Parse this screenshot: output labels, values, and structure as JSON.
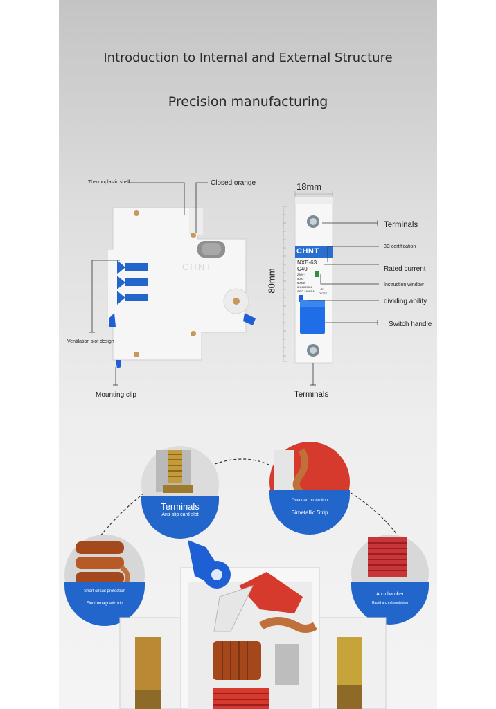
{
  "header": {
    "title": "Introduction to Internal and External Structure",
    "subtitle": "Precision manufacturing"
  },
  "left_labels": {
    "thermoplastic_shell": "Thermoplastic shell",
    "closed_orange": "Closed orange",
    "ventilation_slot_design": "Ventilation slot design",
    "mounting_clip": "Mounting clip"
  },
  "right_labels": {
    "width": "18mm",
    "height": "80mm",
    "terminals_top": "Terminals",
    "cert_3c": "3C certification",
    "rated_current": "Rated current",
    "instruction_window": "Instruction window",
    "dividing_ability": "dividing ability",
    "switch_handle": "Switch handle",
    "terminals_bottom": "Terminals"
  },
  "device_face": {
    "brand": "CHNT",
    "model": "NXB-63",
    "rating": "C40",
    "specs": [
      "230V~",
      "50Hz",
      "6000A",
      "IEC60898-1",
      "GB/T 10963.1"
    ],
    "state_on": "I ON",
    "state_off": "O OFF",
    "shell_brand": "CHNT"
  },
  "components": {
    "terminals": {
      "title": "Terminals",
      "caption": "Anti-slip card slot"
    },
    "bimetallic": {
      "title": "Overload protection",
      "caption": "Bimetallic Strip"
    },
    "electromagnetic": {
      "title": "Short circuit protection",
      "caption": "Electromagnetic trip"
    },
    "arc": {
      "title": "Arc chamber",
      "caption": "Rapid arc extinguishing"
    }
  },
  "colors": {
    "accent_blue": "#2266cc",
    "handle_blue": "#1f5fd6",
    "red_part": "#d63a2c",
    "copper": "#c0703a"
  }
}
